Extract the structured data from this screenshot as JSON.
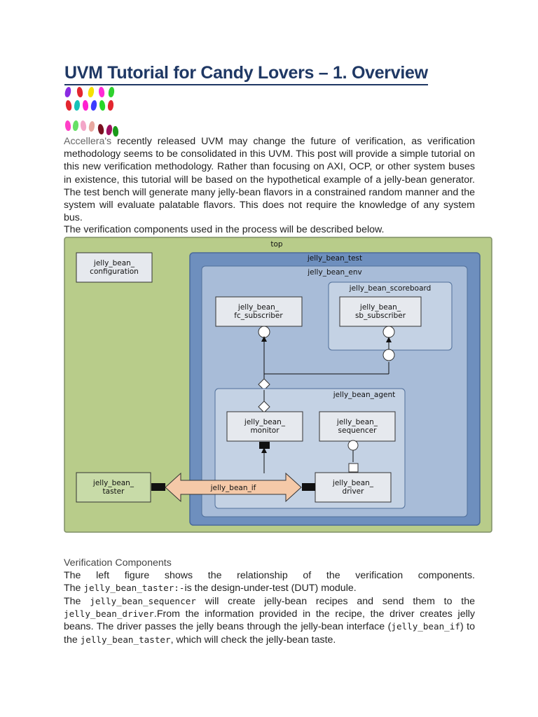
{
  "title": "UVM Tutorial for Candy Lovers – 1. Overview",
  "colors": {
    "title": "#1f3864",
    "diagram_top_bg": "#b8cc8a",
    "diagram_test_bg": "#6e8fbe",
    "diagram_env_bg": "#a8bcd8",
    "diagram_agent_bg": "#c4d2e4",
    "taster_bg": "#c8dba8",
    "interface_arrow": "#f5c9a8"
  },
  "intro": {
    "first_word": "Accellera's",
    "text": " recently released UVM may change the future of verification, as verification methodology seems to be consolidated in this UVM. This post will provide a simple tutorial on this new verification methodology. Rather than focusing on AXI, OCP, or other system buses in existence, this tutorial will be based on the hypothetical example of a jelly-bean generator. The test bench will generate many jelly-bean flavors in a constrained random manner and the system will evaluate palatable flavors. This does not require the knowledge of any system bus."
  },
  "intro2": "The verification components used in the process will be described below.",
  "diagram": {
    "top": "top",
    "configuration": [
      "jelly_bean_",
      "configuration"
    ],
    "test": "jelly_bean_test",
    "env": "jelly_bean_env",
    "scoreboard": "jelly_bean_scoreboard",
    "fc_subscriber": [
      "jelly_bean_",
      "fc_subscriber"
    ],
    "sb_subscriber": [
      "jelly_bean_",
      "sb_subscriber"
    ],
    "agent": "jelly_bean_agent",
    "monitor": [
      "jelly_bean_",
      "monitor"
    ],
    "sequencer": [
      "jelly_bean_",
      "sequencer"
    ],
    "driver": [
      "jelly_bean_",
      "driver"
    ],
    "taster": [
      "jelly_bean_",
      "taster"
    ],
    "interface": "jelly_bean_if"
  },
  "section": {
    "heading": "Verification Components",
    "p1": "The left figure shows the relationship of the verification components.",
    "p2_pre": "The ",
    "p2_code": "jelly_bean_taster:-",
    "p2_post": "is the design-under-test (DUT) module.",
    "p3": {
      "t1": "The ",
      "c1": "jelly_bean_sequencer",
      "t2": " will create jelly-bean recipes and send them to the ",
      "c2": "jelly_bean_driver",
      "t3": ".From the information provided in the recipe, the driver creates jelly beans. The driver passes the jelly beans through the jelly-bean interface (",
      "c3": "jelly_bean_if",
      "t4": ") to the ",
      "c4": "jelly_bean_taster",
      "t5": ", which will check the jelly-bean taste."
    }
  }
}
